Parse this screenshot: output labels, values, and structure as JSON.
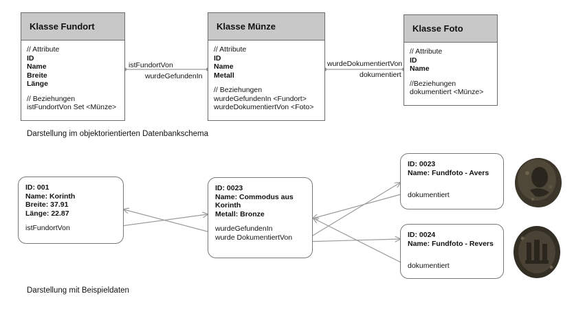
{
  "schema": {
    "fundort": {
      "title": "Klasse Fundort",
      "comment_attr": "// Attribute",
      "attrs": [
        "ID",
        "Name",
        "Breite",
        "Länge"
      ],
      "comment_rel": "// Beziehungen",
      "rels": [
        "istFundortVon Set <Münze>"
      ]
    },
    "muenze": {
      "title": "Klasse Münze",
      "comment_attr": "// Attribute",
      "attrs": [
        "ID",
        "Name",
        "Metall"
      ],
      "comment_rel": "// Beziehungen",
      "rels": [
        "wurdeGefundenIn <Fundort>",
        "wurdeDokumentiertVon <Foto>"
      ]
    },
    "foto": {
      "title": "Klasse Foto",
      "comment_attr": "// Attribute",
      "attrs": [
        "ID",
        "Name"
      ],
      "comment_rel": "//Beziehungen",
      "rels": [
        "dokumentiert <Münze>"
      ]
    },
    "edges": {
      "istFundortVon": "istFundortVon",
      "wurdeGefundenIn": "wurdeGefundenIn",
      "wurdeDokumentiertVon": "wurdeDokumentiertVon",
      "dokumentiert": "dokumentiert"
    },
    "caption": "Darstellung im objektorientierten Datenbankschema"
  },
  "example": {
    "fundort": {
      "lines": [
        "ID: 001",
        "Name: Korinth",
        "Breite: 37.91",
        "Länge: 22.87"
      ],
      "rel": "istFundortVon"
    },
    "muenze": {
      "lines": [
        "ID: 0023",
        "Name: Commodus aus",
        "Korinth",
        "Metall: Bronze"
      ],
      "rel1": "wurdeGefundenIn",
      "rel2": "wurde DokumentiertVon"
    },
    "foto1": {
      "lines": [
        "ID: 0023",
        "Name: Fundfoto - Avers"
      ],
      "rel": "dokumentiert"
    },
    "foto2": {
      "lines": [
        "ID: 0024",
        "Name: Fundfoto - Revers"
      ],
      "rel": "dokumentiert"
    },
    "caption": "Darstellung mit Beispieldaten"
  },
  "colors": {
    "header_fill": "#c8c8c8",
    "line_color": "#9a9a9a",
    "coin_dark": "#2e2a22",
    "coin_mid": "#4a4335"
  },
  "images": {
    "coin_avers": "coin-avers-photo",
    "coin_revers": "coin-revers-photo"
  }
}
